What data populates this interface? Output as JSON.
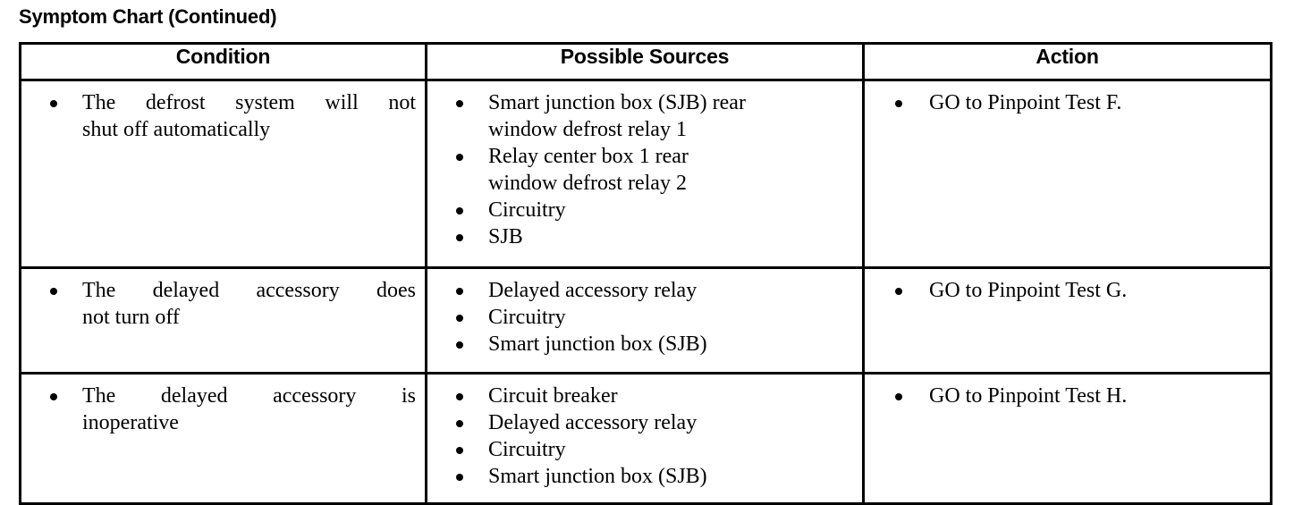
{
  "document": {
    "title": "Symptom Chart (Continued)"
  },
  "table": {
    "headers": {
      "condition": "Condition",
      "possible_sources": "Possible Sources",
      "action": "Action"
    },
    "rows": [
      {
        "condition": [
          {
            "lines": [
              "The defrost system will not",
              "shut off automatically"
            ]
          }
        ],
        "possible_sources": [
          {
            "lines": [
              "Smart junction box (SJB) rear",
              "window defrost relay 1"
            ]
          },
          {
            "lines": [
              "Relay center box 1 rear",
              "window defrost relay 2"
            ]
          },
          {
            "lines": [
              "Circuitry"
            ]
          },
          {
            "lines": [
              "SJB"
            ]
          }
        ],
        "action": [
          {
            "lines": [
              "GO to Pinpoint Test F."
            ]
          }
        ]
      },
      {
        "condition": [
          {
            "lines": [
              "The delayed accessory does",
              "not turn off"
            ]
          }
        ],
        "possible_sources": [
          {
            "lines": [
              "Delayed accessory relay"
            ]
          },
          {
            "lines": [
              "Circuitry"
            ]
          },
          {
            "lines": [
              "Smart junction box (SJB)"
            ]
          }
        ],
        "action": [
          {
            "lines": [
              "GO to Pinpoint Test G."
            ]
          }
        ]
      },
      {
        "condition": [
          {
            "lines": [
              "The delayed accessory is",
              "inoperative"
            ]
          }
        ],
        "possible_sources": [
          {
            "lines": [
              "Circuit breaker"
            ]
          },
          {
            "lines": [
              "Delayed accessory relay"
            ]
          },
          {
            "lines": [
              "Circuitry"
            ]
          },
          {
            "lines": [
              "Smart junction box (SJB)"
            ]
          }
        ],
        "action": [
          {
            "lines": [
              "GO to Pinpoint Test H."
            ]
          }
        ]
      }
    ]
  },
  "colors": {
    "ink": "#000000",
    "paper": "#ffffff"
  }
}
